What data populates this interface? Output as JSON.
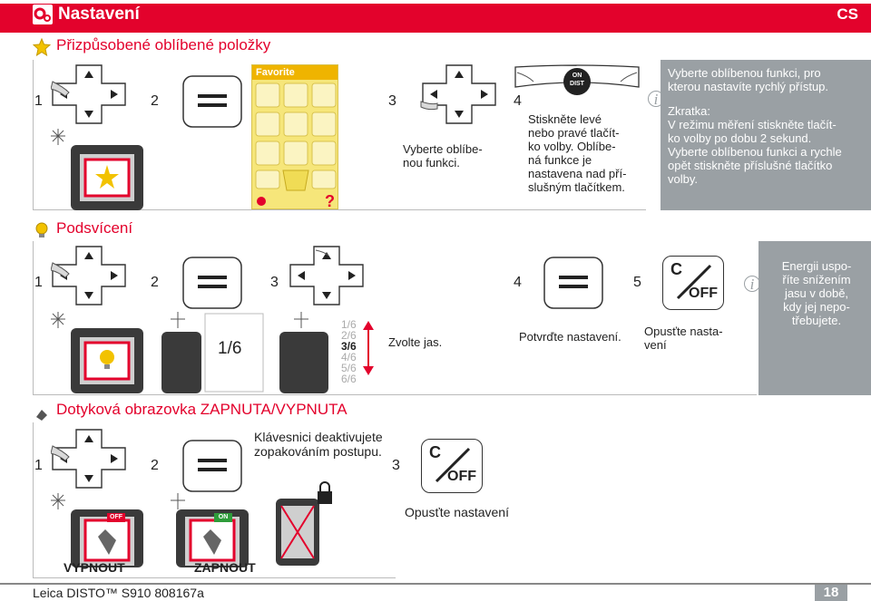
{
  "header": {
    "title": "Nastavení",
    "lang": "CS"
  },
  "favorites": {
    "title": "Přizpůsobené oblíbené položky",
    "step_numbers": [
      "1",
      "2",
      "3",
      "4"
    ],
    "grid_label": "Favorite",
    "step3_text": "Vyberte oblíbe-\nnou funkci.",
    "on_label": "ON",
    "dist_label": "DIST",
    "step4_text": "Stiskněte levé\nnebo pravé tlačít-\nko volby. Oblíbe-\nná funkce je\nnastavena nad pří-\nslušným tlačítkem.",
    "info_text1": "Vyberte oblíbenou funkci, pro\nkterou nastavíte rychlý přístup.",
    "info_text2": "Zkratka:\nV režimu měření stiskněte tlačít-\nko volby po dobu 2 sekund.\nVyberte oblíbenou funkci a rychle\nopět stiskněte příslušné tlačítko\nvolby."
  },
  "backlight": {
    "title": "Podsvícení",
    "step_numbers": [
      "1",
      "2",
      "3",
      "4",
      "5"
    ],
    "value": "1/6",
    "levels": [
      "1/6",
      "2/6",
      "3/6",
      "4/6",
      "5/6",
      "6/6"
    ],
    "step3_text": "Zvolte jas.",
    "step4_text": "Potvrďte nastavení.",
    "step5_text": "Opusťte nasta-\nvení",
    "info_text": "Energii uspo-\nříte snížením\njasu v době,\nkdy jej nepo-\ntřebujete."
  },
  "touch": {
    "title": "Dotyková obrazovka ZAPNUTA/VYPNUTA",
    "step_numbers": [
      "1",
      "2",
      "3"
    ],
    "step2_text": "Klávesnici deaktivujete\nzopakováním postupu.",
    "step3_text": "Opusťte nastavení",
    "off_button_label": "OFF",
    "on_button_label": "ON",
    "off_caption": "VYPNOUT",
    "on_caption": "ZAPNOUT"
  },
  "clear_off": {
    "c": "C",
    "off": "OFF"
  },
  "info_glyph": "i",
  "footer": {
    "text": "Leica DISTO™ S910 808167a",
    "page": "18"
  },
  "colors": {
    "brand_red": "#e3022c",
    "panel_gray": "#9aa0a4",
    "fav_yellow": "#f6e67a"
  }
}
